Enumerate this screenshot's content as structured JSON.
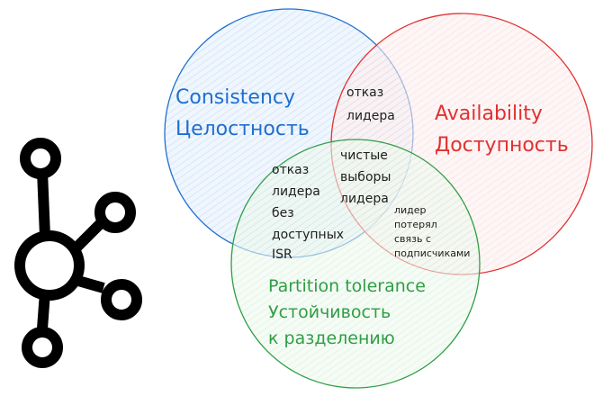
{
  "colors": {
    "consistency": "#1e6fd0",
    "availability": "#e03131",
    "partition": "#2f9e44",
    "ink": "#1e1e1e"
  },
  "sets": {
    "consistency": {
      "en": "Consistency",
      "ru": "Целостность"
    },
    "availability": {
      "en": "Availability",
      "ru": "Доступность"
    },
    "partition": {
      "en": "Partition tolerance",
      "ru1": "Устойчивость",
      "ru2": "к разделению"
    }
  },
  "intersections": {
    "ca": [
      "отказ",
      "лидера"
    ],
    "cap": [
      "чистые",
      "выборы",
      "лидера"
    ],
    "cp": [
      "отказ",
      "лидера",
      "без",
      "доступных",
      "ISR"
    ],
    "ap": [
      "лидер",
      "потерял",
      "связь с",
      "подписчиками"
    ]
  },
  "logo": "kafka-logo"
}
